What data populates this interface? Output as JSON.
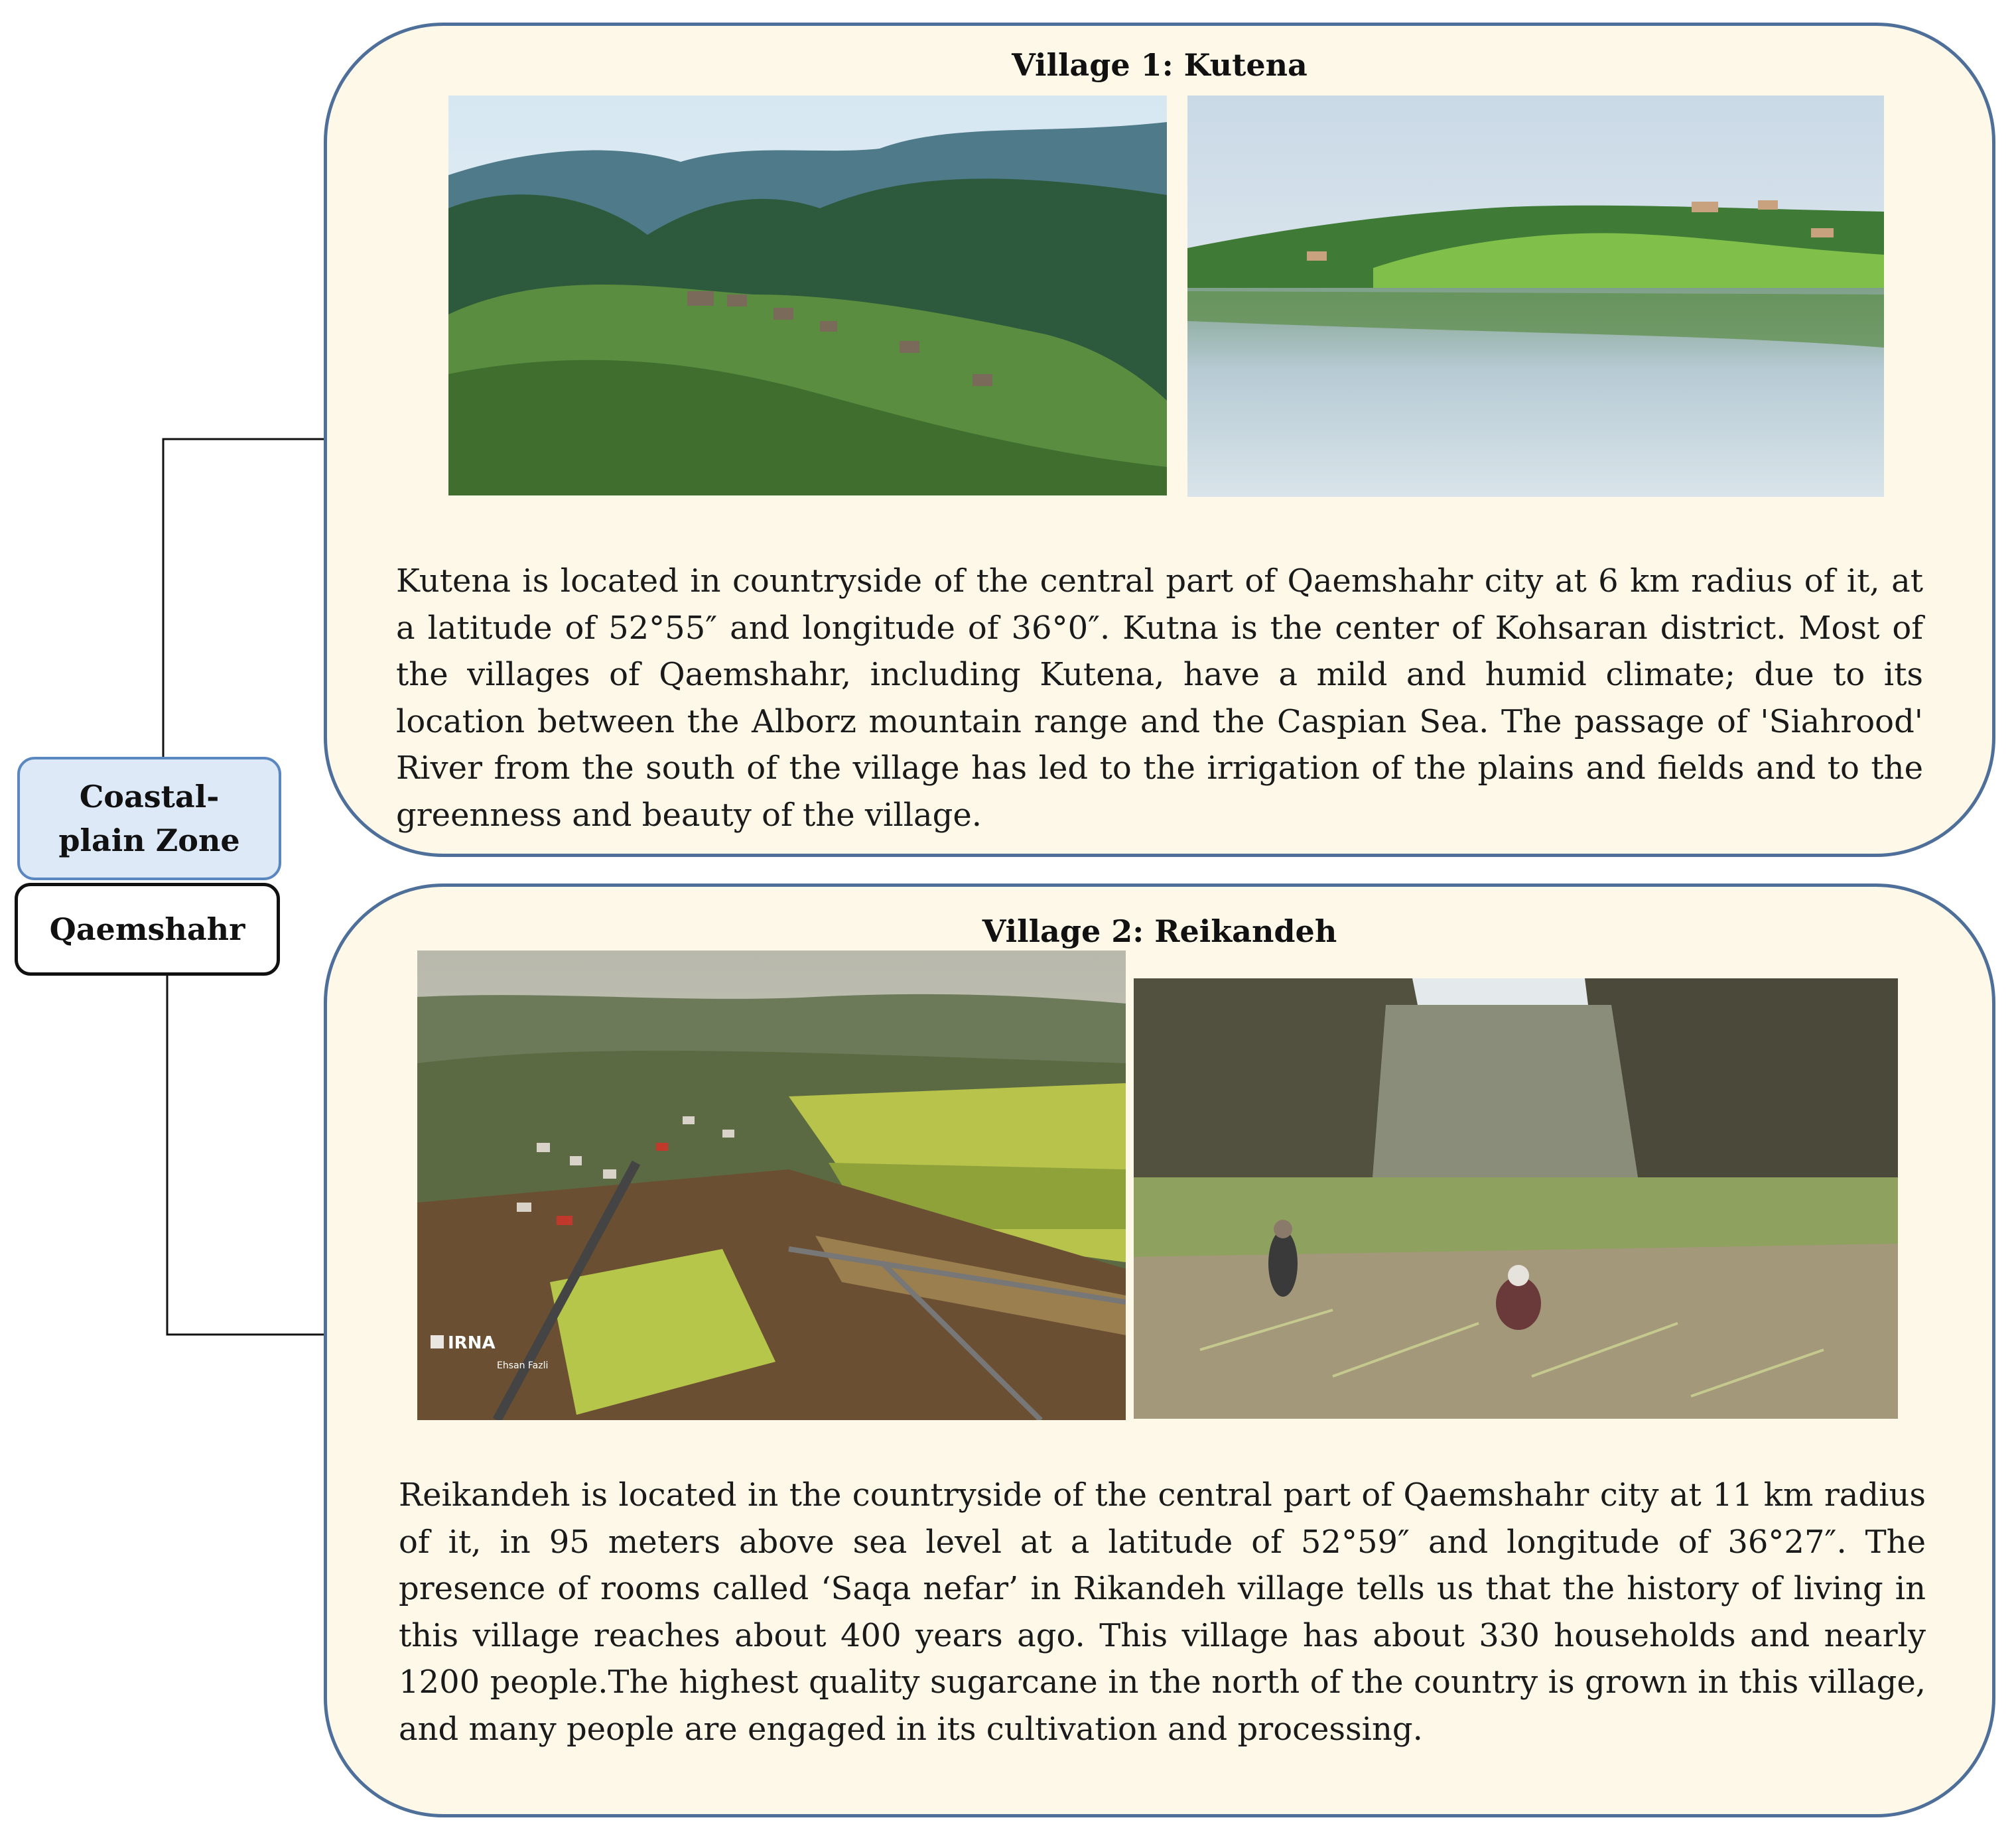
{
  "zone": {
    "label": "Coastal-plain Zone"
  },
  "city": {
    "label": "Qaemshahr"
  },
  "villages": [
    {
      "title": "Village 1: Kutena",
      "description": "Kutena is located in countryside of the central part of Qaemshahr city at 6 km radius of it,  at a latitude of 52°55″ and longitude of 36°0″. Kutna is the center of Kohsaran district. Most of the villages of Qaemshahr, including Kutena, have a mild and humid climate; due to its location between the Alborz mountain range and the Caspian Sea. The passage of 'Siahrood' River from the south of the village has led to the irrigation of the plains and fields and to the greenness and beauty of the village.",
      "photos": [
        "mountain-village-photo",
        "lake-reflection-photo"
      ]
    },
    {
      "title": "Village 2: Reikandeh",
      "description": "Reikandeh is located in the countryside of the central part of Qaemshahr city at 11 km radius of it, in 95 meters above sea level at a latitude of 52°59″ and longitude of 36°27″. The presence of rooms called ‘Saqa nefar’ in Rikandeh village tells us that the history of living in this village reaches about 400 years ago. This village has about 330 households and nearly 1200 people.The highest quality sugarcane in the north of the country is grown in this village, and many people are engaged in its cultivation and processing.",
      "photos": [
        "aerial-village-photo",
        "sugarcane-harvest-photo"
      ],
      "watermark": {
        "brand": "IRNA",
        "credit": "Ehsan Fazli"
      }
    }
  ]
}
